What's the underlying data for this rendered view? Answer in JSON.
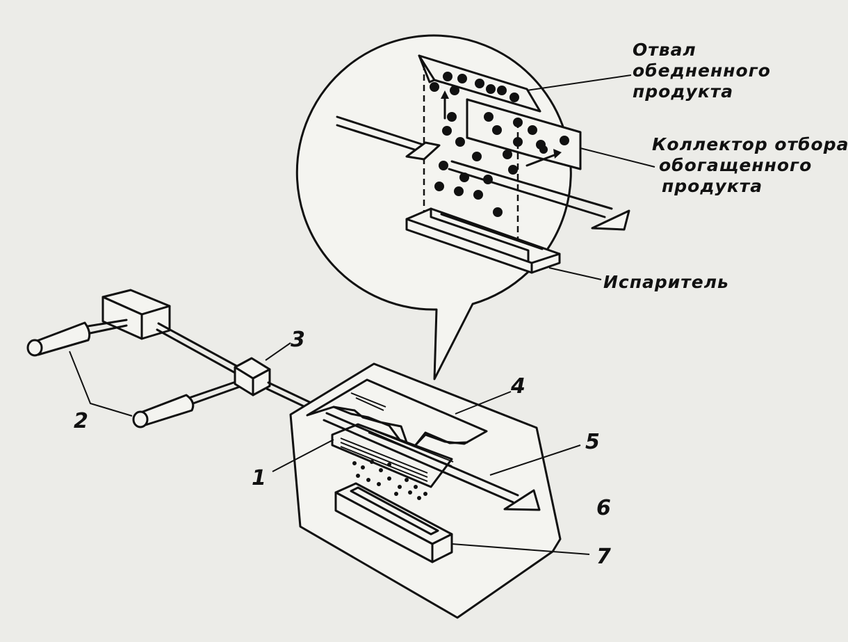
{
  "labels": {
    "n1": "1",
    "n2": "2",
    "n3": "3",
    "n4": "4",
    "n5": "5",
    "n6": "6",
    "n7": "7"
  },
  "callouts": {
    "depleted_dump": [
      "Отвал",
      "обедненного",
      "продукта"
    ],
    "enriched_collector": [
      "Коллектор отбора",
      "обогащенного",
      "продукта"
    ],
    "evaporator": "Испаритель"
  }
}
